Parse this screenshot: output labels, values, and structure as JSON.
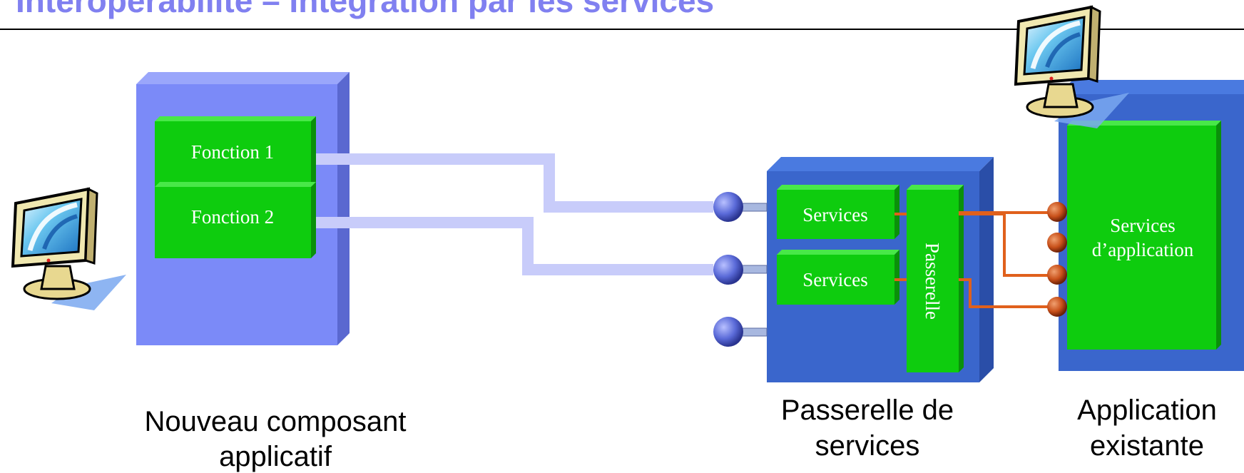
{
  "title": "Interopérabilité – Intégration par les services",
  "left_component": {
    "functions": [
      "Fonction 1",
      "Fonction 2"
    ],
    "caption_line1": "Nouveau composant",
    "caption_line2": "applicatif"
  },
  "gateway": {
    "services": [
      "Services",
      "Services"
    ],
    "passerelle_label": "Passerelle",
    "caption_line1": "Passerelle de",
    "caption_line2": "services"
  },
  "existing_app": {
    "box_line1": "Services",
    "box_line2": "d’application",
    "caption_line1": "Application",
    "caption_line2": "existante"
  },
  "icons": [
    "computer-monitor-icon",
    "computer-monitor-icon"
  ],
  "colors": {
    "title": "#8080f0",
    "new_component": "#7b8af8",
    "gateway": "#3a66cc",
    "function_green": "#0ecc0e",
    "link_pipe": "#c8ccfa",
    "connector_orange": "#e0601c",
    "port_blue": "#6070d8",
    "port_red": "#c0400f"
  }
}
